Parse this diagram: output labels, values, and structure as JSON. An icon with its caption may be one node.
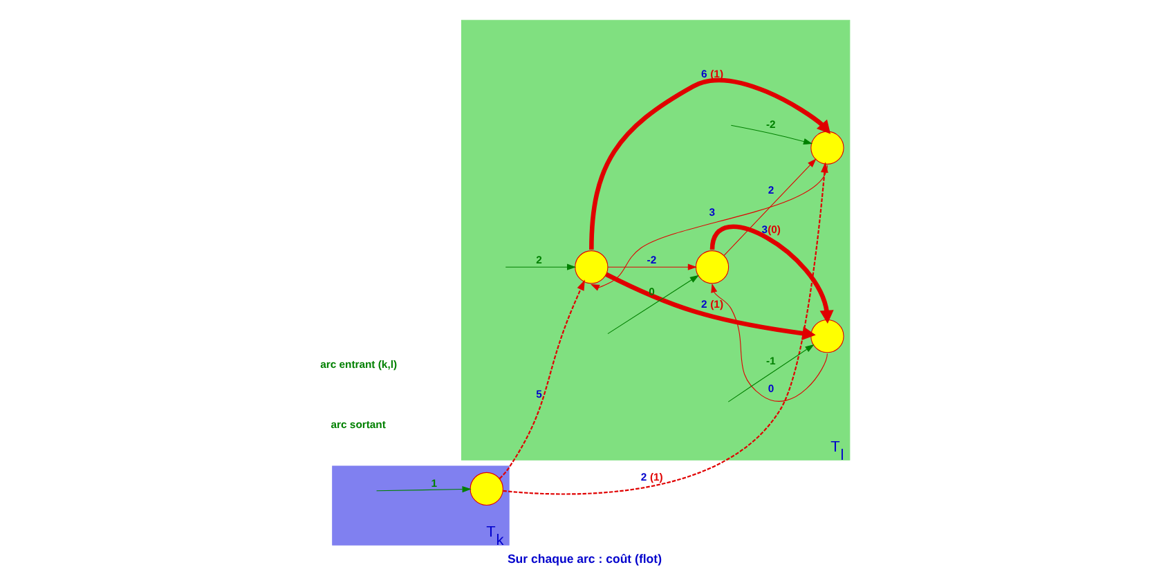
{
  "diagram": {
    "caption": "Sur chaque arc : coût (flot)",
    "nodes": [
      {
        "text": [
          "T$_{k}$"
        ]
      },
      {
        "text": [],
        "shape": "circle",
        "in": 0
      },
      {
        "text": [
          "T$_{l}$"
        ]
      },
      {
        "text": [],
        "shape": "circle",
        "in": 2
      },
      {
        "text": [],
        "shape": "circle",
        "in": 2
      },
      {
        "text": [],
        "shape": "circle",
        "in": 2
      },
      {
        "text": [],
        "shape": "circle",
        "in": 2
      }
    ],
    "edges": [
      {
        "from": null,
        "to": 1,
        "arrow": "to",
        "label": "1",
        "color": "#008000"
      },
      {
        "from": null,
        "to": 3,
        "arrow": "to",
        "label": "2",
        "color": "#008000"
      },
      {
        "from": null,
        "to": 6,
        "arrow": "to",
        "label": "-2",
        "color": "#008000"
      },
      {
        "from": null,
        "to": 4,
        "arrow": "to",
        "label": "0",
        "color": "#008000"
      },
      {
        "from": null,
        "to": 5,
        "arrow": "to",
        "label": "-1",
        "color": "#008000"
      },
      {
        "from": 1,
        "to": 3,
        "arrow": "to",
        "label": "5",
        "style": "dashed"
      },
      {
        "from": 1,
        "to": 6,
        "arrow": "to",
        "label": "2 (1)",
        "style": "dashed"
      },
      {
        "from": 3,
        "to": 5,
        "arrow": "to",
        "label": "2 (1)",
        "style": "thick"
      },
      {
        "from": 3,
        "to": 6,
        "arrow": "to",
        "label": "6 (1)",
        "style": "thick"
      },
      {
        "from": 6,
        "to": 3,
        "arrow": "to",
        "label": "3"
      },
      {
        "from": 3,
        "to": 4,
        "arrow": "to",
        "label": "-2"
      },
      {
        "from": 4,
        "to": 6,
        "arrow": "to",
        "label": "2"
      },
      {
        "from": 4,
        "to": 5,
        "arrow": "to",
        "label": "3(0)",
        "style": "thick"
      },
      {
        "from": 5,
        "to": 4,
        "arrow": "to",
        "label": "0"
      }
    ],
    "labels": [
      "arc sortant",
      "arc entrant (k,l)"
    ]
  }
}
